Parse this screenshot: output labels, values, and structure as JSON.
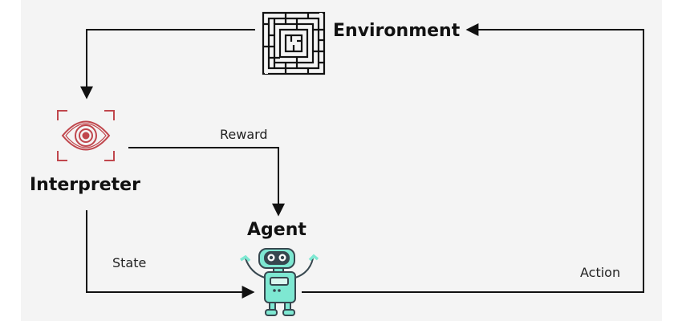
{
  "nodes": {
    "environment": {
      "label": "Environment",
      "icon": "maze-icon"
    },
    "interpreter": {
      "label": "Interpreter",
      "icon": "eye-icon"
    },
    "agent": {
      "label": "Agent",
      "icon": "robot-icon"
    }
  },
  "edges": {
    "reward": {
      "label": "Reward"
    },
    "state": {
      "label": "State"
    },
    "action": {
      "label": "Action"
    }
  },
  "colors": {
    "background": "#f4f4f4",
    "line": "#111111",
    "eye": "#c0474d",
    "robot_body": "#7ee8d2",
    "robot_dark": "#37474f"
  }
}
